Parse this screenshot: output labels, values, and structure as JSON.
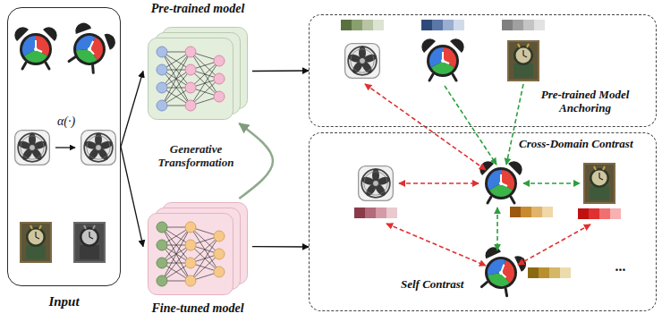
{
  "diagram": {
    "nodes": [
      {
        "text": [
          "Input"
        ]
      },
      {
        "text": [
          "Pre-trained model"
        ]
      },
      {
        "text": [
          "Fine-tuned model"
        ]
      },
      {
        "text": [
          "Pre-trained Model Anchoring"
        ]
      },
      {
        "text": [
          "Cross-Domain Contrast",
          "Self Contrast",
          "..."
        ]
      }
    ],
    "edges": [
      {
        "from": 0,
        "to": 1,
        "arrow": "to"
      },
      {
        "from": 0,
        "to": 2,
        "arrow": "to"
      },
      {
        "from": 1,
        "to": 3,
        "arrow": "to"
      },
      {
        "from": 2,
        "to": 4,
        "arrow": "to"
      },
      {
        "from": 2,
        "to": 1,
        "arrow": "to",
        "label": "Generative Transformation"
      }
    ],
    "labels": [
      "α(·)"
    ]
  }
}
